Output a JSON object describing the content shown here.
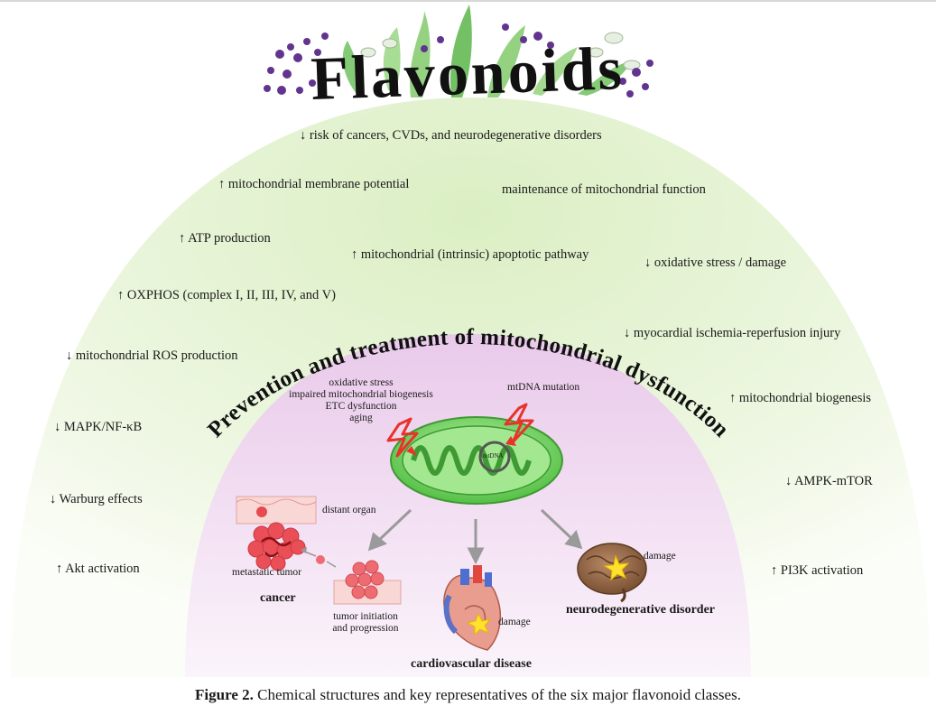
{
  "title": "Flavonoids",
  "arc_title": "Prevention and treatment of mitochondrial dysfunction",
  "effects": [
    "↓ risk of cancers, CVDs, and neurodegenerative disorders",
    "↑ mitochondrial membrane potential",
    "maintenance of mitochondrial function",
    "↑ ATP production",
    "↑ mitochondrial (intrinsic) apoptotic pathway",
    "↓ oxidative stress / damage",
    "↑ OXPHOS (complex I, II, III, IV, and V)",
    "↓ myocardial ischemia-reperfusion injury",
    "↓ mitochondrial ROS production",
    "↑ mitochondrial biogenesis",
    "↓ MAPK/NF-κB",
    "↓ AMPK-mTOR",
    "↓ Warburg effects",
    "↑ Akt activation",
    "↑ PI3K activation"
  ],
  "causes": [
    "oxidative stress",
    "impaired mitochondrial biogenesis",
    "ETC dysfunction",
    "aging"
  ],
  "mutation": "mtDNA mutation",
  "mtdna_label": "mtDNA",
  "cancer": {
    "distant_organ": "distant organ",
    "metastatic": "metastatic tumor",
    "label": "cancer",
    "initiation": [
      "tumor initiation",
      "and progression"
    ]
  },
  "cardio": {
    "damage": "damage",
    "label": "cardiovascular disease"
  },
  "neuro": {
    "damage": "damage",
    "label": "neurodegenerative disorder"
  },
  "caption": {
    "label": "Figure 2.",
    "text": "Chemical structures and key representatives of the six major flavonoid classes."
  },
  "colors": {
    "outer_dome": "#e6f3d2",
    "inner_dome": "#f0dcef",
    "mitochondrion": "#7fd86a",
    "lightning": "#e8332a",
    "arrow": "#9a9a9a",
    "berry": "#5a2a8a",
    "leaf": "#7fc870"
  }
}
